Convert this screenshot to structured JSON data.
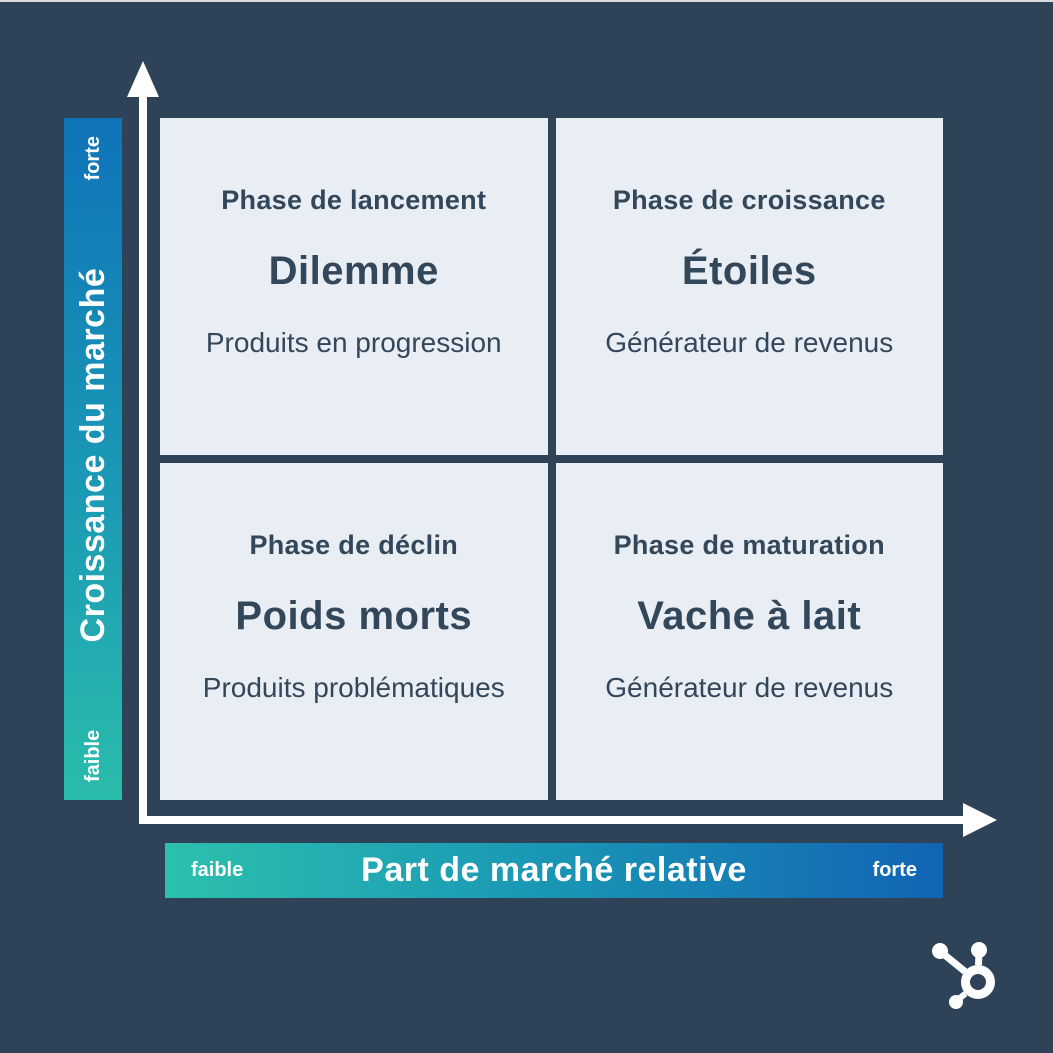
{
  "colors": {
    "background": "#2e4357",
    "quadrant_background": "#e9edf4",
    "text_dark": "#33475b",
    "axis_white": "#ffffff",
    "gradient_teal": "#2cc0ad",
    "gradient_blue_top": "#0f73b8",
    "gradient_blue_right": "#1264b4"
  },
  "y_axis": {
    "title": "Croissance du marché",
    "high_label": "forte",
    "low_label": "faible"
  },
  "x_axis": {
    "title": "Part de marché relative",
    "low_label": "faible",
    "high_label": "forte"
  },
  "quadrants": [
    {
      "position": "top-left",
      "phase": "Phase de lancement",
      "name": "Dilemme",
      "description": "Produits en progression"
    },
    {
      "position": "top-right",
      "phase": "Phase de croissance",
      "name": "Étoiles",
      "description": "Générateur de revenus"
    },
    {
      "position": "bottom-left",
      "phase": "Phase de déclin",
      "name": "Poids morts",
      "description": "Produits problématiques"
    },
    {
      "position": "bottom-right",
      "phase": "Phase de maturation",
      "name": "Vache à lait",
      "description": "Générateur de revenus"
    }
  ],
  "logo": {
    "name": "HubSpot sprocket"
  }
}
